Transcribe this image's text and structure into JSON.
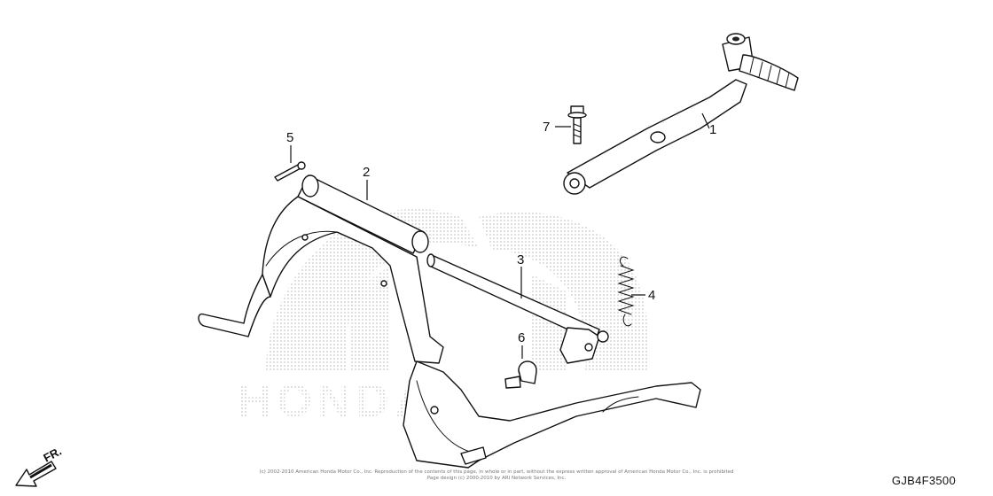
{
  "diagram_id": "GJB4F3500",
  "direction_label": "FR.",
  "copyright_lines": [
    "(c) 2002-2010 American Honda Motor Co., Inc. Reproduction of the contents of this page, in whole or in part, without the express written approval of American Honda Motor Co., Inc. is prohibited",
    "Page design (c) 2000-2010 by ARI Network Services, Inc."
  ],
  "callouts": [
    {
      "id": "1",
      "text": "1"
    },
    {
      "id": "2",
      "text": "2"
    },
    {
      "id": "3",
      "text": "3"
    },
    {
      "id": "4",
      "text": "4"
    },
    {
      "id": "5",
      "text": "5"
    },
    {
      "id": "6",
      "text": "6"
    },
    {
      "id": "7",
      "text": "7"
    }
  ],
  "parts": {
    "kick_arm": "kick-starter-arm",
    "main_stand": "main-stand",
    "stand_pivot_shaft": "stand-pivot-shaft",
    "stand_spring": "stand-spring",
    "cotter_pin": "cotter-pin",
    "stand_stopper_rubber": "stopper-rubber",
    "kick_arm_bolt": "flange-bolt"
  },
  "watermark_color": "#d0d0d0"
}
